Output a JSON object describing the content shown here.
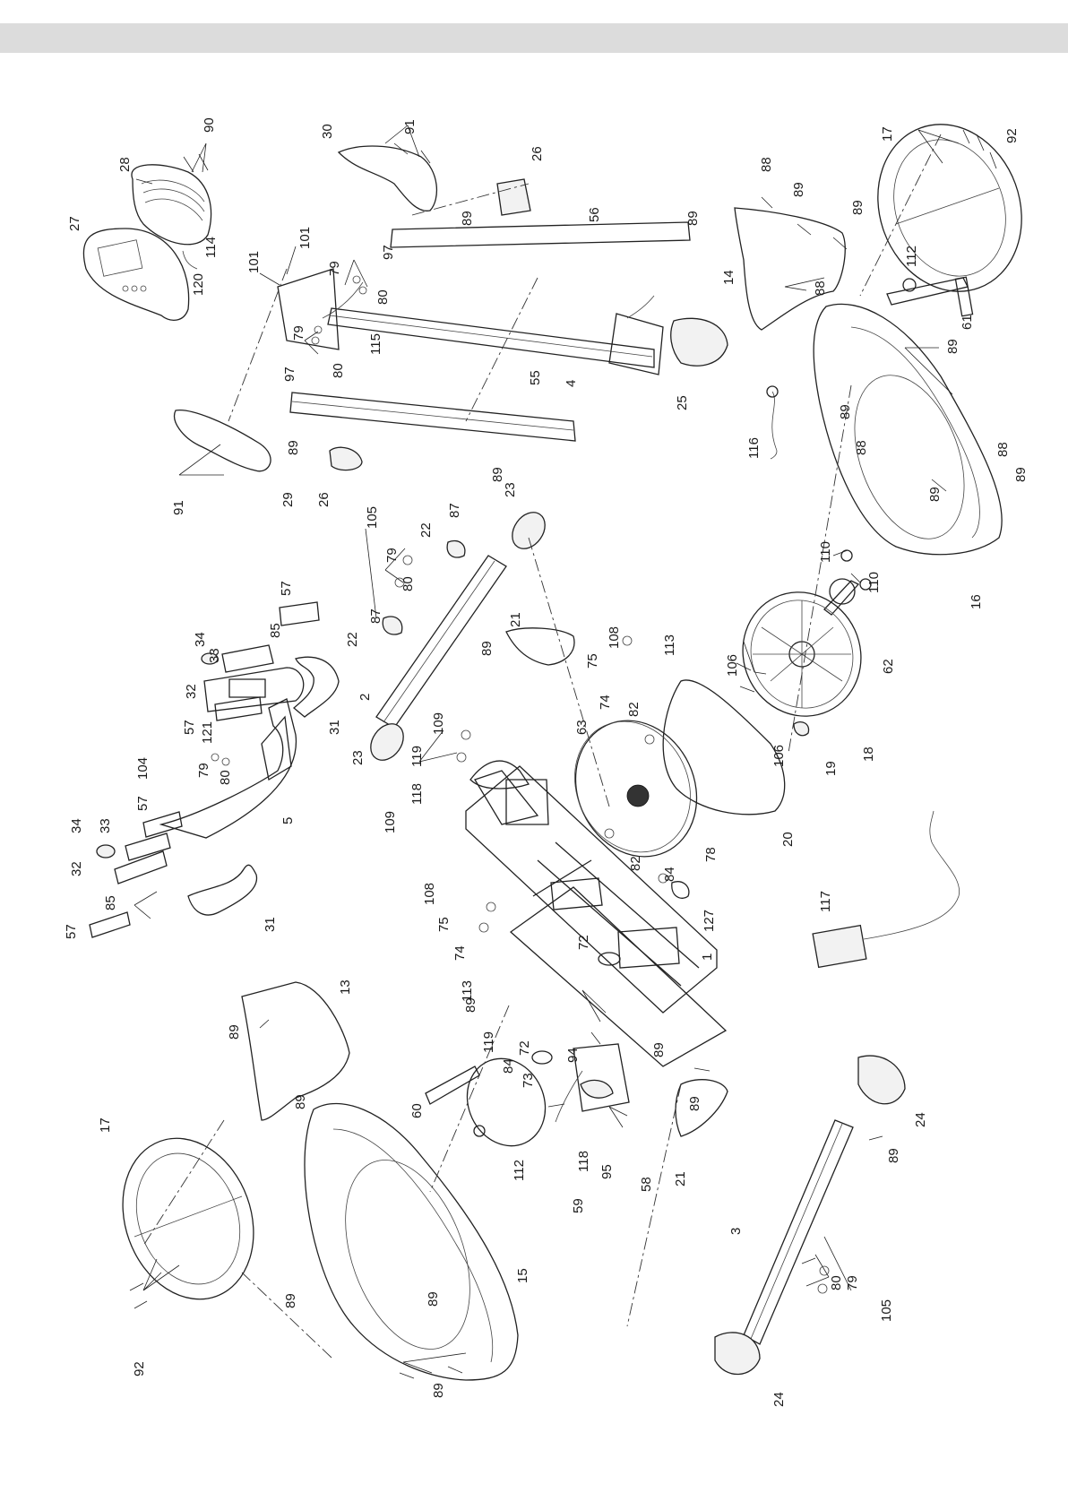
{
  "header_band": {
    "color": "#dcdcdc"
  },
  "drawing": {
    "type": "exploded parts diagram",
    "orientation": "rotated 90 degrees counter-clockwise",
    "line_color": "#222222"
  },
  "callouts": [
    {
      "id": "c90",
      "label": "90"
    },
    {
      "id": "c28",
      "label": "28"
    },
    {
      "id": "c27",
      "label": "27"
    },
    {
      "id": "c114",
      "label": "114"
    },
    {
      "id": "c120",
      "label": "120"
    },
    {
      "id": "c30",
      "label": "30"
    },
    {
      "id": "c91a",
      "label": "91"
    },
    {
      "id": "c101a",
      "label": "101"
    },
    {
      "id": "c101b",
      "label": "101"
    },
    {
      "id": "c79a",
      "label": "79"
    },
    {
      "id": "c97a",
      "label": "97"
    },
    {
      "id": "c80a",
      "label": "80"
    },
    {
      "id": "c79b",
      "label": "79"
    },
    {
      "id": "c97b",
      "label": "97"
    },
    {
      "id": "c80b",
      "label": "80"
    },
    {
      "id": "c115",
      "label": "115"
    },
    {
      "id": "c26a",
      "label": "26"
    },
    {
      "id": "c56",
      "label": "56"
    },
    {
      "id": "c89a",
      "label": "89"
    },
    {
      "id": "c89b",
      "label": "89"
    },
    {
      "id": "c4",
      "label": "4"
    },
    {
      "id": "c55",
      "label": "55"
    },
    {
      "id": "c25",
      "label": "25"
    },
    {
      "id": "c89c",
      "label": "89"
    },
    {
      "id": "c89d",
      "label": "89"
    },
    {
      "id": "c26b",
      "label": "26"
    },
    {
      "id": "c29",
      "label": "29"
    },
    {
      "id": "c91b",
      "label": "91"
    },
    {
      "id": "c17a",
      "label": "17"
    },
    {
      "id": "c92a",
      "label": "92"
    },
    {
      "id": "c88a",
      "label": "88"
    },
    {
      "id": "c89e",
      "label": "89"
    },
    {
      "id": "c89f",
      "label": "89"
    },
    {
      "id": "c14",
      "label": "14"
    },
    {
      "id": "c88b",
      "label": "88"
    },
    {
      "id": "c112a",
      "label": "112"
    },
    {
      "id": "c61",
      "label": "61"
    },
    {
      "id": "c89g",
      "label": "89"
    },
    {
      "id": "c89h",
      "label": "89"
    },
    {
      "id": "c88c",
      "label": "88"
    },
    {
      "id": "c116",
      "label": "116"
    },
    {
      "id": "c88d",
      "label": "88"
    },
    {
      "id": "c89i",
      "label": "89"
    },
    {
      "id": "c89j",
      "label": "89"
    },
    {
      "id": "c16",
      "label": "16"
    },
    {
      "id": "c110a",
      "label": "110"
    },
    {
      "id": "c110b",
      "label": "110"
    },
    {
      "id": "c62",
      "label": "62"
    },
    {
      "id": "c106a",
      "label": "106"
    },
    {
      "id": "c106b",
      "label": "106"
    },
    {
      "id": "c18",
      "label": "18"
    },
    {
      "id": "c19",
      "label": "19"
    },
    {
      "id": "c20",
      "label": "20"
    },
    {
      "id": "c117",
      "label": "117"
    },
    {
      "id": "c105a",
      "label": "105"
    },
    {
      "id": "c23a",
      "label": "23"
    },
    {
      "id": "c87a",
      "label": "87"
    },
    {
      "id": "c22a",
      "label": "22"
    },
    {
      "id": "c79c",
      "label": "79"
    },
    {
      "id": "c80c",
      "label": "80"
    },
    {
      "id": "c87b",
      "label": "87"
    },
    {
      "id": "c22b",
      "label": "22"
    },
    {
      "id": "c2",
      "label": "2"
    },
    {
      "id": "c23b",
      "label": "23"
    },
    {
      "id": "c21a",
      "label": "21"
    },
    {
      "id": "c89k",
      "label": "89"
    },
    {
      "id": "c108a",
      "label": "108"
    },
    {
      "id": "c113a",
      "label": "113"
    },
    {
      "id": "c75a",
      "label": "75"
    },
    {
      "id": "c74a",
      "label": "74"
    },
    {
      "id": "c82a",
      "label": "82"
    },
    {
      "id": "c63",
      "label": "63"
    },
    {
      "id": "c82b",
      "label": "82"
    },
    {
      "id": "c78",
      "label": "78"
    },
    {
      "id": "c84a",
      "label": "84"
    },
    {
      "id": "c127",
      "label": "127"
    },
    {
      "id": "c109a",
      "label": "109"
    },
    {
      "id": "c119a",
      "label": "119"
    },
    {
      "id": "c118a",
      "label": "118"
    },
    {
      "id": "c109b",
      "label": "109"
    },
    {
      "id": "c57a",
      "label": "57"
    },
    {
      "id": "c85a",
      "label": "85"
    },
    {
      "id": "c34a",
      "label": "34"
    },
    {
      "id": "c33a",
      "label": "33"
    },
    {
      "id": "c32a",
      "label": "32"
    },
    {
      "id": "c57b",
      "label": "57"
    },
    {
      "id": "c31a",
      "label": "31"
    },
    {
      "id": "c104",
      "label": "104"
    },
    {
      "id": "c79d",
      "label": "79"
    },
    {
      "id": "c121",
      "label": "121"
    },
    {
      "id": "c80d",
      "label": "80"
    },
    {
      "id": "c5",
      "label": "5"
    },
    {
      "id": "c34b",
      "label": "34"
    },
    {
      "id": "c33b",
      "label": "33"
    },
    {
      "id": "c57c",
      "label": "57"
    },
    {
      "id": "c32b",
      "label": "32"
    },
    {
      "id": "c85b",
      "label": "85"
    },
    {
      "id": "c57d",
      "label": "57"
    },
    {
      "id": "c31b",
      "label": "31"
    },
    {
      "id": "c108b",
      "label": "108"
    },
    {
      "id": "c75b",
      "label": "75"
    },
    {
      "id": "c74b",
      "label": "74"
    },
    {
      "id": "c113b",
      "label": "113"
    },
    {
      "id": "c72a",
      "label": "72"
    },
    {
      "id": "c1",
      "label": "1"
    },
    {
      "id": "c89l",
      "label": "89"
    },
    {
      "id": "c119b",
      "label": "119"
    },
    {
      "id": "c13",
      "label": "13"
    },
    {
      "id": "c89m",
      "label": "89"
    },
    {
      "id": "c89n",
      "label": "89"
    },
    {
      "id": "c72b",
      "label": "72"
    },
    {
      "id": "c84b",
      "label": "84"
    },
    {
      "id": "c73",
      "label": "73"
    },
    {
      "id": "c94",
      "label": "94"
    },
    {
      "id": "c89o",
      "label": "89"
    },
    {
      "id": "c60",
      "label": "60"
    },
    {
      "id": "c112b",
      "label": "112"
    },
    {
      "id": "c118b",
      "label": "118"
    },
    {
      "id": "c95",
      "label": "95"
    },
    {
      "id": "c59",
      "label": "59"
    },
    {
      "id": "c58",
      "label": "58"
    },
    {
      "id": "c21b",
      "label": "21"
    },
    {
      "id": "c89p",
      "label": "89"
    },
    {
      "id": "c24a",
      "label": "24"
    },
    {
      "id": "c3",
      "label": "3"
    },
    {
      "id": "c89q",
      "label": "89"
    },
    {
      "id": "c80e",
      "label": "80"
    },
    {
      "id": "c79e",
      "label": "79"
    },
    {
      "id": "c105b",
      "label": "105"
    },
    {
      "id": "c24b",
      "label": "24"
    },
    {
      "id": "c17b",
      "label": "17"
    },
    {
      "id": "c89r",
      "label": "89"
    },
    {
      "id": "c89s",
      "label": "89"
    },
    {
      "id": "c15",
      "label": "15"
    },
    {
      "id": "c92b",
      "label": "92"
    },
    {
      "id": "c89t",
      "label": "89"
    }
  ]
}
